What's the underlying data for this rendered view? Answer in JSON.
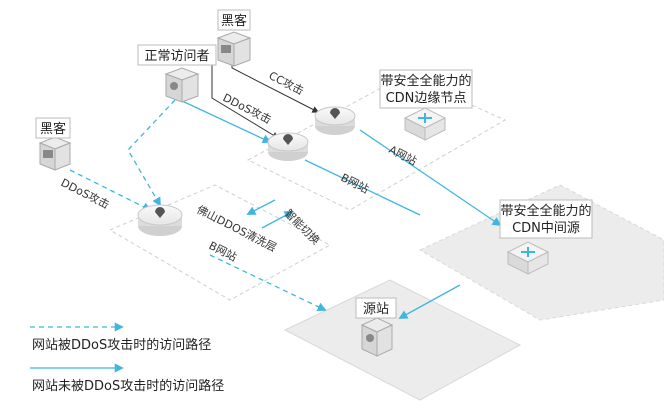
{
  "nodes": {
    "hacker_top": "黑客",
    "hacker_left": "黑客",
    "normal_visitor": "正常访问者",
    "cdn_edge": [
      "带安全全能力的",
      "CDN边缘节点"
    ],
    "cdn_mid": [
      "带安全全能力的",
      "CDN中间源"
    ],
    "origin": "源站"
  },
  "edges": {
    "cc_attack": "CC攻击",
    "ddos_attack_top": "DDoS攻击",
    "ddos_attack_left": "DDoS攻击",
    "smart_switch": "智能切换"
  },
  "planes": {
    "site_a": "A网站",
    "site_b_top": "B网站",
    "scrub_layer": "佛山DDOS清洗层",
    "site_b_bottom": "B网站"
  },
  "legend": {
    "dashed": "网站被DDoS攻击时的访问路径",
    "solid": "网站未被DDoS攻击时的访问路径"
  },
  "colors": {
    "path": "#3fb6e0",
    "plane_border": "#cfcfcf",
    "plane_fill_light": "#ffffff",
    "plane_fill_grey": "#ececec"
  }
}
